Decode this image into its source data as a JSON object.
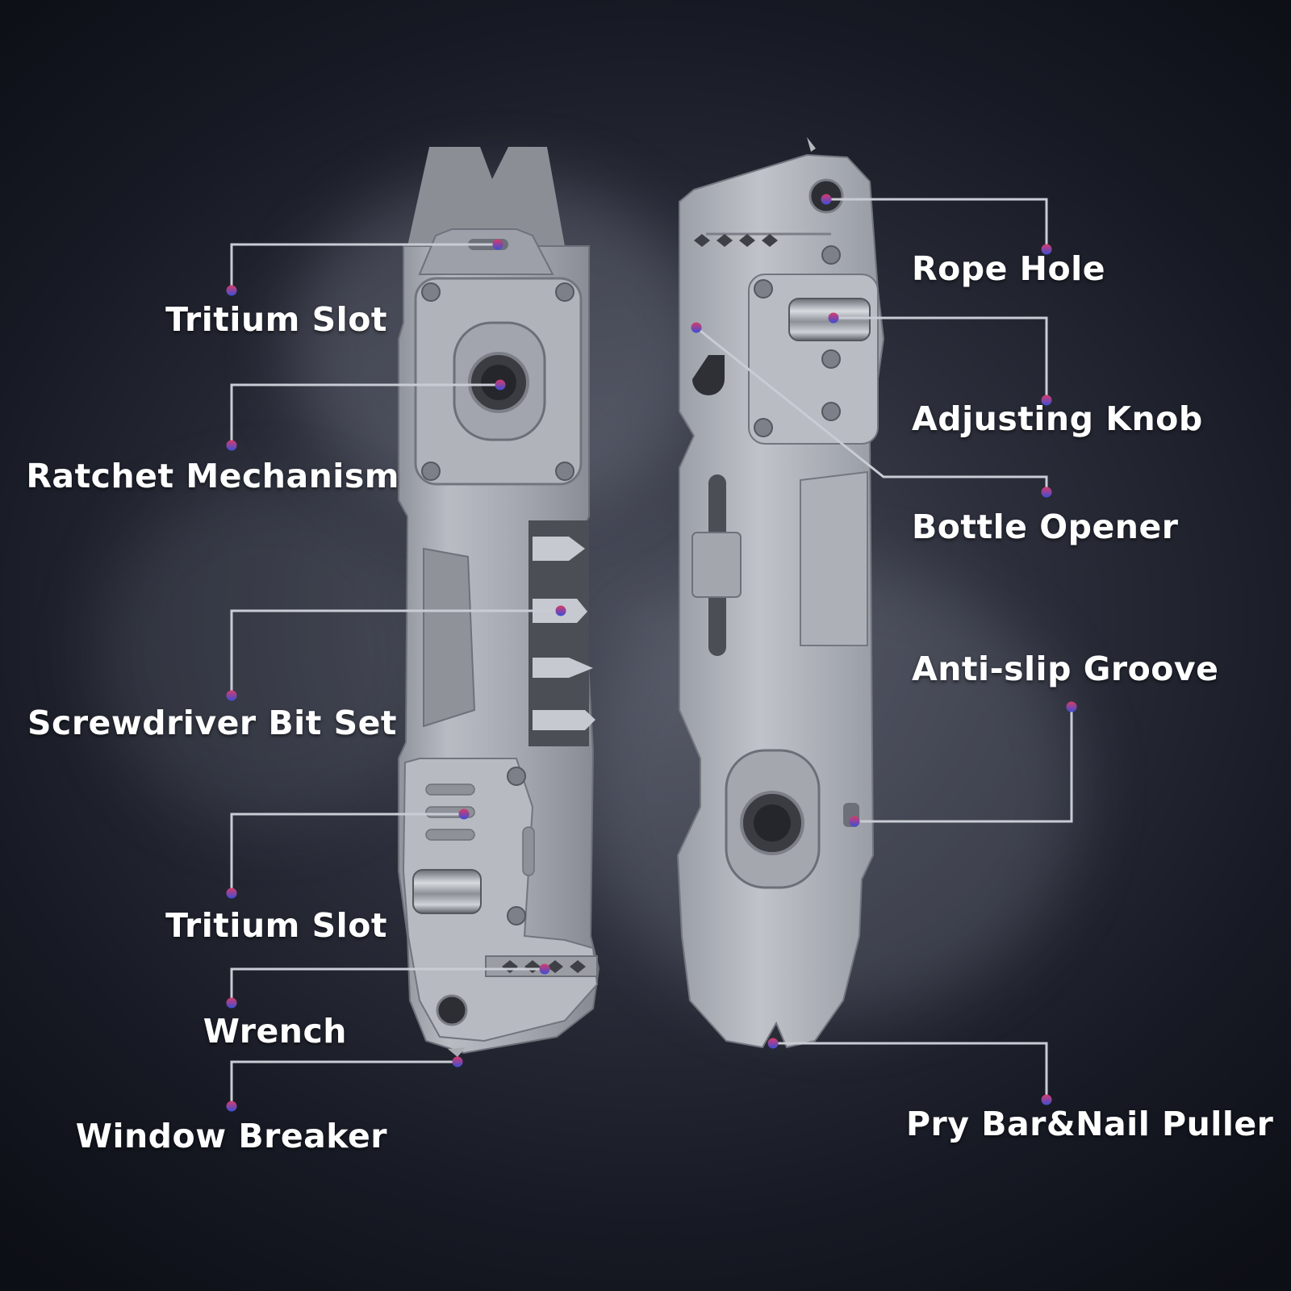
{
  "callouts": {
    "left": [
      {
        "id": "tritium-slot-top",
        "label": "Tritium Slot"
      },
      {
        "id": "ratchet-mechanism",
        "label": "Ratchet Mechanism"
      },
      {
        "id": "screwdriver-bit-set",
        "label": "Screwdriver Bit Set"
      },
      {
        "id": "tritium-slot-bottom",
        "label": "Tritium Slot"
      },
      {
        "id": "wrench",
        "label": "Wrench"
      },
      {
        "id": "window-breaker",
        "label": "Window Breaker"
      }
    ],
    "right": [
      {
        "id": "rope-hole",
        "label": "Rope Hole"
      },
      {
        "id": "adjusting-knob",
        "label": "Adjusting Knob"
      },
      {
        "id": "bottle-opener",
        "label": "Bottle Opener"
      },
      {
        "id": "anti-slip-groove",
        "label": "Anti-slip Groove"
      },
      {
        "id": "pry-bar-nail-puller",
        "label": "Pry Bar&Nail Puller"
      }
    ]
  },
  "colors": {
    "background": "#141721",
    "metal": "#a9acb3",
    "label_text": "#ffffff",
    "leader_line": "#c9ccd4",
    "dot_top": "#d83a6a",
    "dot_bottom": "#3b4fd8"
  }
}
